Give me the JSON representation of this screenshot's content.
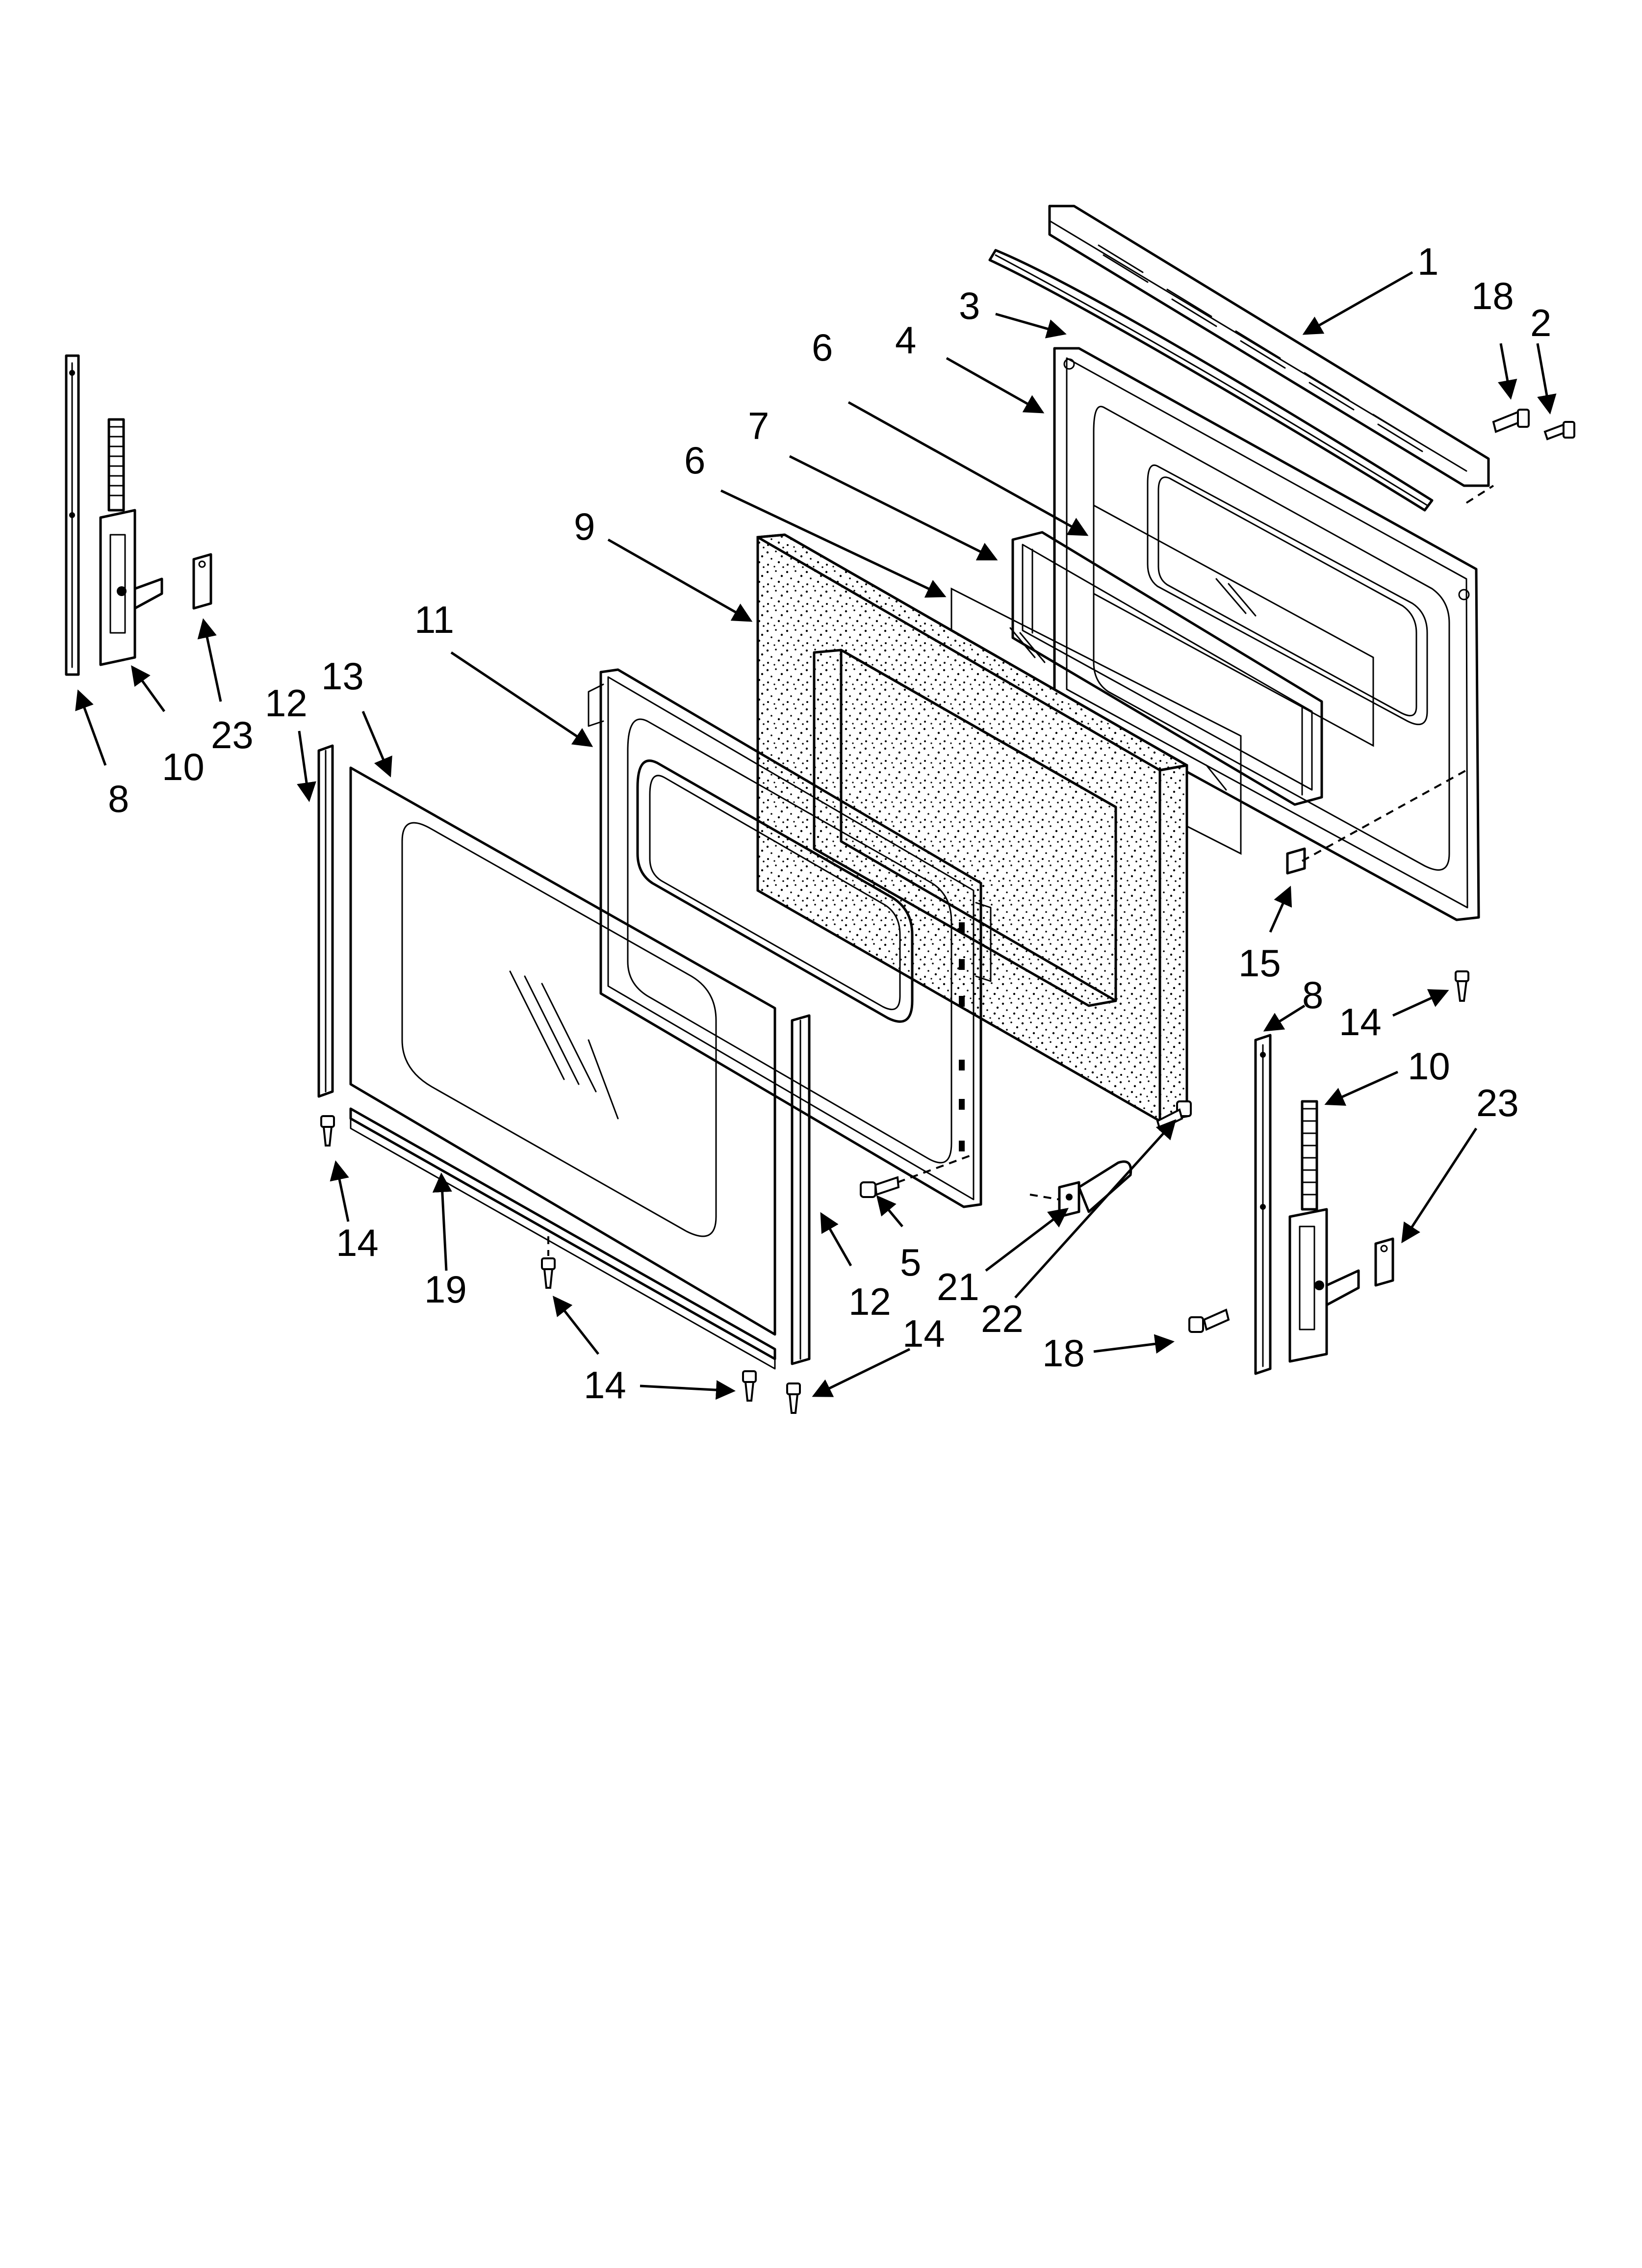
{
  "diagram": {
    "labels": {
      "p1": "1",
      "p2": "2",
      "p3": "3",
      "p4": "4",
      "p5": "5",
      "p6a": "6",
      "p6b": "6",
      "p7": "7",
      "p8a": "8",
      "p8b": "8",
      "p9": "9",
      "p10a": "10",
      "p10b": "10",
      "p11": "11",
      "p12a": "12",
      "p12b": "12",
      "p13": "13",
      "p14a": "14",
      "p14b": "14",
      "p14c": "14",
      "p14d": "14",
      "p14e": "14",
      "p15": "15",
      "p18a": "18",
      "p18b": "18",
      "p19": "19",
      "p21": "21",
      "p22": "22",
      "p23a": "23",
      "p23b": "23"
    }
  }
}
